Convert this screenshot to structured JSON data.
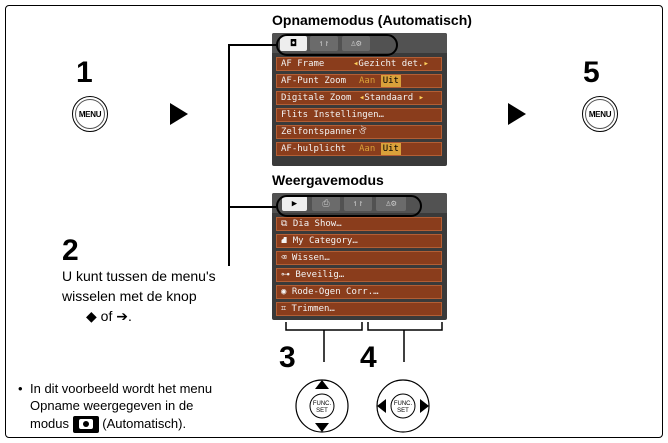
{
  "titles": {
    "shooting": "Opnamemodus (Automatisch)",
    "playback": "Weergavemodus"
  },
  "steps": {
    "s1": "1",
    "s2": "2",
    "s3": "3",
    "s4": "4",
    "s5": "5"
  },
  "menu_button_label": "MENU",
  "func_set_label": "FUNC.\nSET",
  "step2_text": [
    "U kunt tussen de menu's",
    "wisselen met de knop"
  ],
  "step2_keys": {
    "left": "◆",
    "or": "of",
    "right": "➔",
    "period": "."
  },
  "note": {
    "bullet": "•",
    "lines": [
      "In dit voorbeeld wordt het menu",
      "Opname weergegeven in de"
    ],
    "line3_prefix": "modus",
    "line3_suffix": "(Automatisch)."
  },
  "shooting_menu": {
    "tabs": [
      "camera-icon",
      "tools-icon",
      "mymenu-icon"
    ],
    "tab_glyphs": [
      "◘",
      "↿↾",
      "♙⚙"
    ],
    "rows": [
      {
        "label": "AF Frame",
        "value": "Gezicht det.",
        "arrows": true
      },
      {
        "label": "AF-Punt Zoom",
        "value_on": "Aan",
        "value_off": "Uit",
        "selected": "off"
      },
      {
        "label": "Digitale Zoom",
        "value": "Standaard",
        "arrows": true
      },
      {
        "label": "Flits Instellingen…"
      },
      {
        "label": "Zelfontspanner",
        "value": "ঔ"
      },
      {
        "label": "AF-hulplicht",
        "value_on": "Aan",
        "value_off": "Uit",
        "selected": "off"
      }
    ]
  },
  "playback_menu": {
    "tabs": [
      "play-icon",
      "print-icon",
      "tools-icon",
      "mymenu-icon"
    ],
    "tab_glyphs": [
      "▶",
      "⎙",
      "↿↾",
      "♙⚙"
    ],
    "rows": [
      {
        "icon": "slideshow-icon",
        "glyph": "⧉",
        "label": "Dia Show…"
      },
      {
        "icon": "category-icon",
        "glyph": "⛘",
        "label": "My Category…"
      },
      {
        "icon": "erase-icon",
        "glyph": "⌫",
        "label": "Wissen…"
      },
      {
        "icon": "protect-icon",
        "glyph": "⊶",
        "label": "Beveilig…"
      },
      {
        "icon": "redeye-icon",
        "glyph": "◉",
        "label": "Rode-Ogen Corr.…"
      },
      {
        "icon": "trim-icon",
        "glyph": "⌗",
        "label": "Trimmen…"
      }
    ]
  }
}
